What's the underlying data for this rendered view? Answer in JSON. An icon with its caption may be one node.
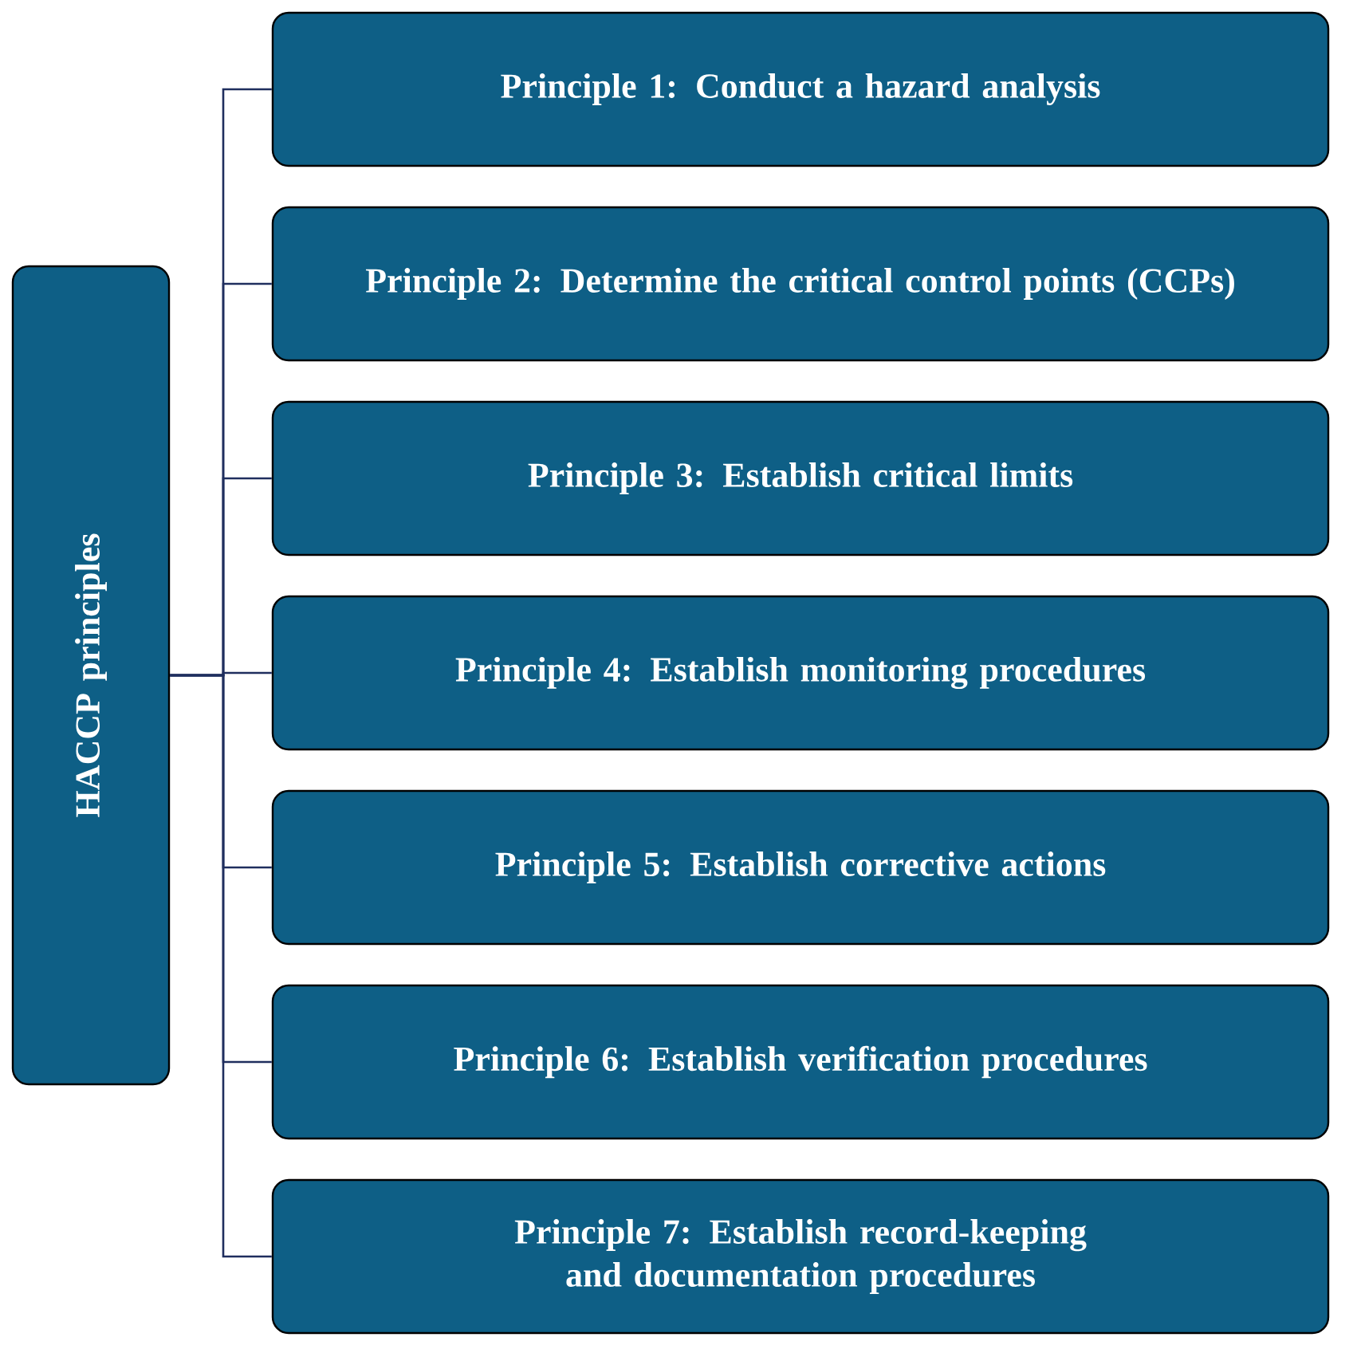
{
  "diagram": {
    "nodes": [
      {
        "text": [
          "HACCP principles"
        ]
      },
      {
        "text": [
          "Principle 1: Conduct a hazard analysis"
        ]
      },
      {
        "text": [
          "Principle 2: Determine the critical control points (CCPs)"
        ]
      },
      {
        "text": [
          "Principle 3: Establish critical limits"
        ]
      },
      {
        "text": [
          "Principle 4: Establish monitoring procedures"
        ]
      },
      {
        "text": [
          "Principle 5: Establish corrective actions"
        ]
      },
      {
        "text": [
          "Principle 6: Establish verification procedures"
        ]
      },
      {
        "text": [
          "Principle 7: Establish record-keeping and documentation procedures"
        ]
      }
    ],
    "edges": [
      {
        "from": 0,
        "to": 1,
        "arrow": "none"
      },
      {
        "from": 0,
        "to": 2,
        "arrow": "none"
      },
      {
        "from": 0,
        "to": 3,
        "arrow": "none"
      },
      {
        "from": 0,
        "to": 4,
        "arrow": "none"
      },
      {
        "from": 0,
        "to": 5,
        "arrow": "none"
      },
      {
        "from": 0,
        "to": 6,
        "arrow": "none"
      },
      {
        "from": 0,
        "to": 7,
        "arrow": "none"
      }
    ]
  }
}
